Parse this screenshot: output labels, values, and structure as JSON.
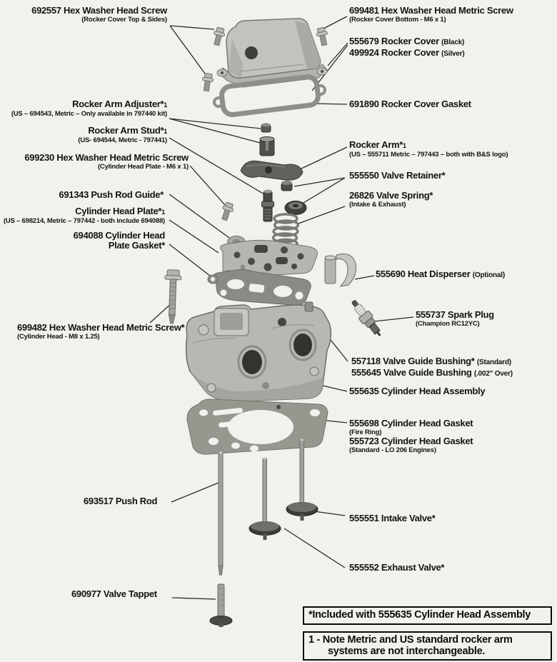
{
  "colors": {
    "background": "#f2f1ed",
    "ink": "#131312"
  },
  "labels": {
    "screw_692557": {
      "main": "692557 Hex Washer Head Screw",
      "sub": "(Rocker Cover Top & Sides)"
    },
    "screw_699481": {
      "main": "699481 Hex Washer Head Metric Screw",
      "sub": "(Rocker Cover Bottom - M6 x 1)"
    },
    "rocker_cover": {
      "line1_main": "555679 Rocker Cover",
      "line1_note": "(Black)",
      "line2_main": "499924 Rocker Cover",
      "line2_note": "(Silver)"
    },
    "cover_gasket": {
      "main": "691890 Rocker Cover Gasket"
    },
    "rocker_arm_adjuster": {
      "main": "Rocker Arm Adjuster*",
      "sup": "1",
      "sub": "(US – 694543, Metric – Only available in 797440 kit)"
    },
    "rocker_arm_stud": {
      "main": "Rocker Arm Stud*",
      "sup": "1",
      "sub": "(US- 694544, Metric - 797441)"
    },
    "screw_699230": {
      "main": "699230 Hex Washer Head Metric Screw",
      "sub": "(Cylinder Head Plate - M6 x 1)"
    },
    "rocker_arm": {
      "main": "Rocker Arm*",
      "sup": "1",
      "sub": "(US – 555711 Metric – 797443 – both with B&S logo)"
    },
    "valve_retainer": {
      "main": "555550 Valve Retainer*"
    },
    "valve_spring": {
      "main": "26826 Valve Spring*",
      "sub": "(Intake & Exhaust)"
    },
    "push_rod_guide": {
      "main": "691343 Push Rod Guide*"
    },
    "cylinder_head_plate": {
      "main": "Cylinder Head Plate*",
      "sup": "1",
      "sub": "(US – 698214, Metric – 797442 - both include 694088)"
    },
    "plate_gasket": {
      "line1": "694088 Cylinder Head",
      "line2": "Plate Gasket*"
    },
    "heat_disperser": {
      "main": "555690 Heat Disperser",
      "note": "(Optional)"
    },
    "spark_plug": {
      "main": "555737 Spark Plug",
      "sub": "(Champion RC12YC)"
    },
    "screw_699482": {
      "main": "699482 Hex Washer Head Metric Screw*",
      "sub": "(Cylinder Head - M8 x 1.25)"
    },
    "valve_guide_bushing": {
      "line1_main": "557118 Valve Guide Bushing*",
      "line1_note": "(Standard)",
      "line2_main": "555645 Valve Guide Bushing",
      "line2_note": "(.002\" Over)"
    },
    "cylinder_head_assembly": {
      "main": "555635 Cylinder Head Assembly"
    },
    "cylinder_head_gasket": {
      "line1_main": "555698 Cylinder Head Gasket",
      "line1_sub": "(Fire Ring)",
      "line2_main": "555723 Cylinder Head Gasket",
      "line2_sub": "(Standard - LO 206 Engines)"
    },
    "push_rod": {
      "main": "693517 Push Rod"
    },
    "intake_valve": {
      "main": "555551 Intake Valve*"
    },
    "exhaust_valve": {
      "main": "555552 Exhaust Valve*"
    },
    "valve_tappet": {
      "main": "690977 Valve Tappet"
    }
  },
  "notes": {
    "included": "*Included with 555635 Cylinder Head Assembly",
    "metric_line1": "1 - Note Metric and US standard rocker arm",
    "metric_line2": "systems are not interchangeable."
  }
}
